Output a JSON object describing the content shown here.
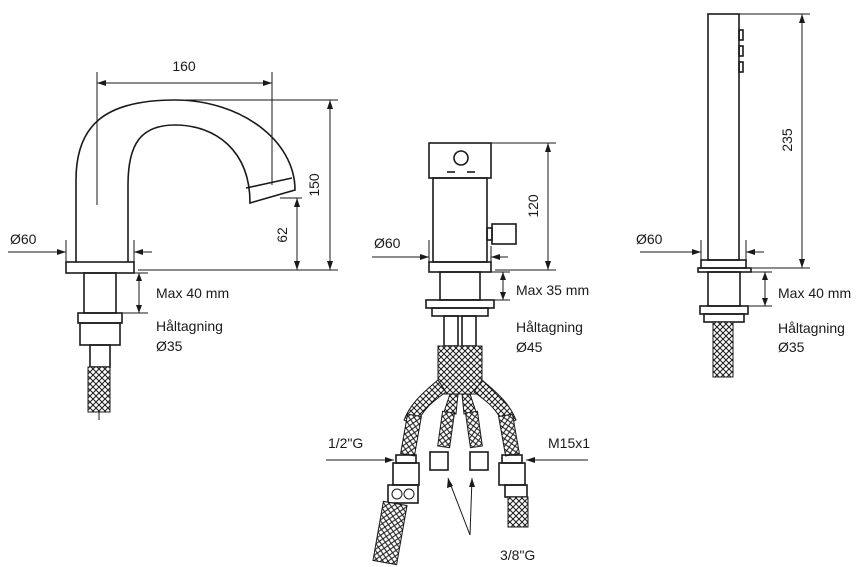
{
  "spout": {
    "width_dim": "160",
    "height_dim": "150",
    "outlet_dim": "62",
    "base_dia": "Ø60",
    "max_thickness": "Max 40 mm",
    "hole_label": "Håltagning",
    "hole_dia": "Ø35"
  },
  "mixer": {
    "height_dim": "120",
    "base_dia": "Ø60",
    "max_thickness": "Max 35 mm",
    "hole_label": "Håltagning",
    "hole_dia": "Ø45",
    "thread_left": "1/2\"G",
    "thread_right": "M15x1",
    "thread_bottom": "3/8\"G"
  },
  "handshower": {
    "height_dim": "235",
    "base_dia": "Ø60",
    "max_thickness": "Max 40 mm",
    "hole_label": "Håltagning",
    "hole_dia": "Ø35"
  }
}
